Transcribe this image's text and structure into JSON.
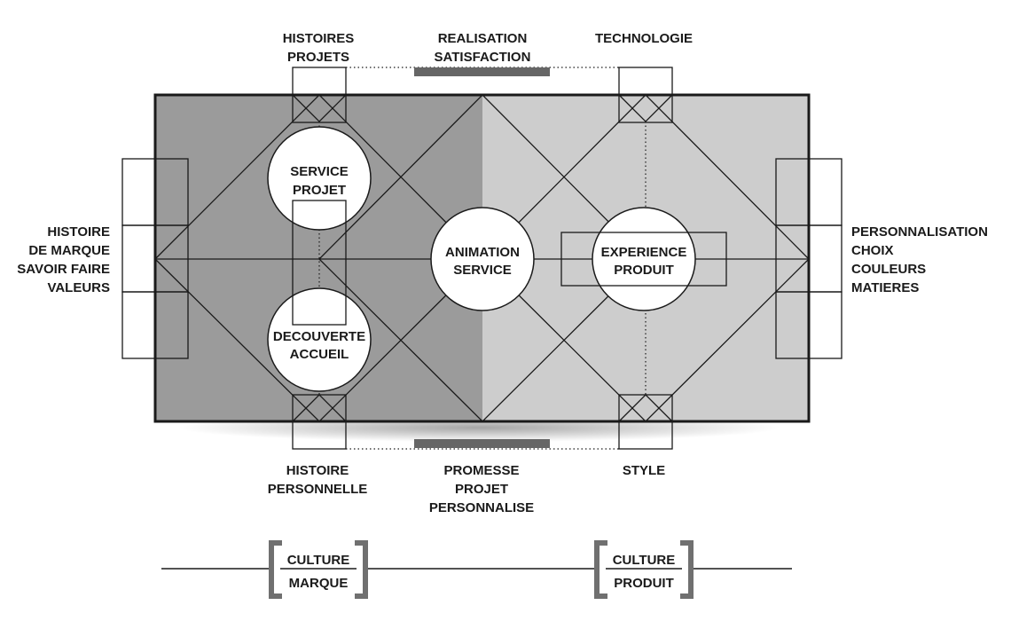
{
  "top_labels": {
    "histoires_projets": [
      "HISTOIRES",
      "PROJETS"
    ],
    "realisation_satisfaction": [
      "REALISATION",
      "SATISFACTION"
    ],
    "technologie": [
      "TECHNOLOGIE"
    ]
  },
  "bottom_labels": {
    "histoire_personnelle": [
      "HISTOIRE",
      "PERSONNELLE"
    ],
    "promesse_projet": [
      "PROMESSE",
      "PROJET",
      "PERSONNALISE"
    ],
    "style": [
      "STYLE"
    ]
  },
  "left_labels": [
    "HISTOIRE",
    "DE MARQUE",
    "SAVOIR FAIRE",
    "VALEURS"
  ],
  "right_labels": [
    "PERSONNALISATION",
    "CHOIX",
    "COULEURS",
    "MATIERES"
  ],
  "circles": {
    "service_projet": [
      "SERVICE",
      "PROJET"
    ],
    "decouverte_accueil": [
      "DECOUVERTE",
      "ACCUEIL"
    ],
    "animation_service": [
      "ANIMATION",
      "SERVICE"
    ],
    "experience_produit": [
      "EXPERIENCE",
      "PRODUIT"
    ]
  },
  "culture": {
    "marque": [
      "CULTURE",
      "MARQUE"
    ],
    "produit": [
      "CULTURE",
      "PRODUIT"
    ]
  },
  "colors": {
    "left_panel": "#9b9b9b",
    "right_panel": "#cdcdcd",
    "bar": "#666666",
    "stroke": "#1a1a1a",
    "bracket": "#707070"
  }
}
